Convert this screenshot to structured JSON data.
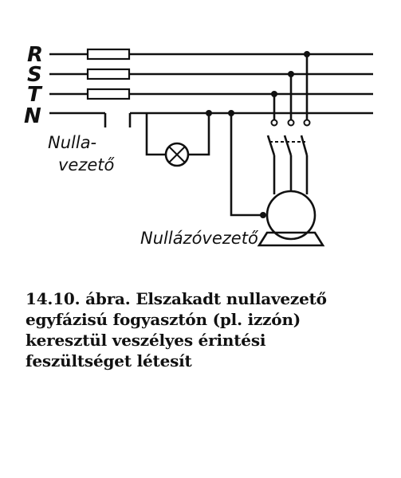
{
  "phase_labels": [
    "R",
    "S",
    "T",
    "N"
  ],
  "labels": {
    "neutral_line": [
      "Nulla-",
      "vezető"
    ],
    "protective_conductor": "Nullázóvezető"
  },
  "caption_lines": [
    "14.10. ábra. Elszakadt nullavezető",
    "egyfázisú fogyasztón (pl. izzón)",
    "keresztül veszélyes érintési",
    "feszültséget létesít"
  ]
}
